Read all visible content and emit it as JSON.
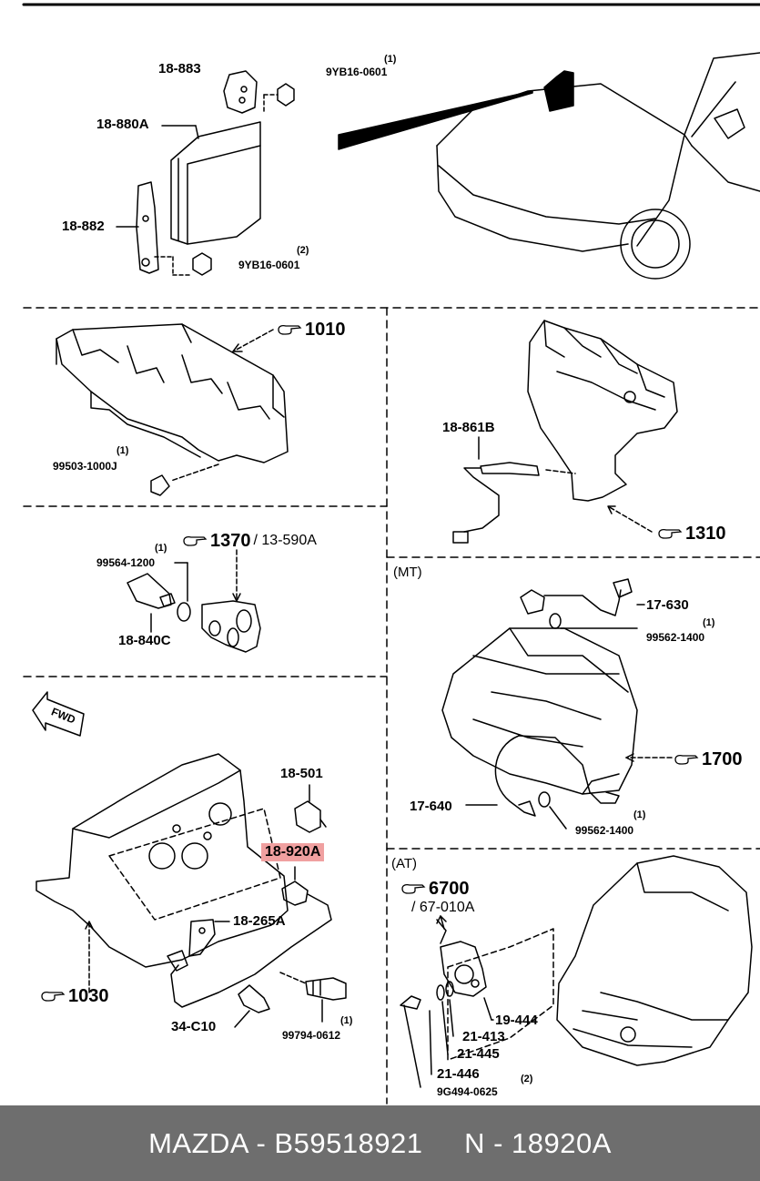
{
  "labels": {
    "l18_883": "18-883",
    "l9yb16_0601a": "9YB16-0601",
    "l9yb16_0601a_qty": "(1)",
    "l18_880a": "18-880A",
    "l18_882": "18-882",
    "l9yb16_0601b": "9YB16-0601",
    "l9yb16_0601b_qty": "(2)",
    "l1010": "1010",
    "l99503": "99503-1000J",
    "l99503_qty": "(1)",
    "l18_861b": "18-861B",
    "l1310": "1310",
    "l1370": "1370",
    "l13_590a": "/ 13-590A",
    "l99564": "99564-1200",
    "l99564_qty": "(1)",
    "l18_840c": "18-840C",
    "mt": "(MT)",
    "l17_630": "17-630",
    "l99562a": "99562-1400",
    "l99562a_qty": "(1)",
    "l1700": "1700",
    "l17_640": "17-640",
    "l99562b": "99562-1400",
    "l99562b_qty": "(1)",
    "fwd": "FWD",
    "l18_501": "18-501",
    "l18_920a": "18-920A",
    "l18_265a": "18-265A",
    "l1030": "1030",
    "l34_c10": "34-C10",
    "l99794": "99794-0612",
    "l99794_qty": "(1)",
    "at": "(AT)",
    "l6700": "6700",
    "l67_010a": "/ 67-010A",
    "l19_444": "19-444",
    "l21_413": "21-413",
    "l21_445": "21-445",
    "l21_446": "21-446",
    "l21_446_qty": "(2)",
    "l9g494": "9G494-0625"
  },
  "footer": {
    "text": "MAZDA - B59518921     N - 18920A"
  },
  "highlight": {
    "part": "18-920A",
    "color": "#f0a0a0"
  },
  "footer_bg": "#6e6e6e",
  "icons": [
    "pointing-hand-icon",
    "fwd-arrow-icon"
  ]
}
